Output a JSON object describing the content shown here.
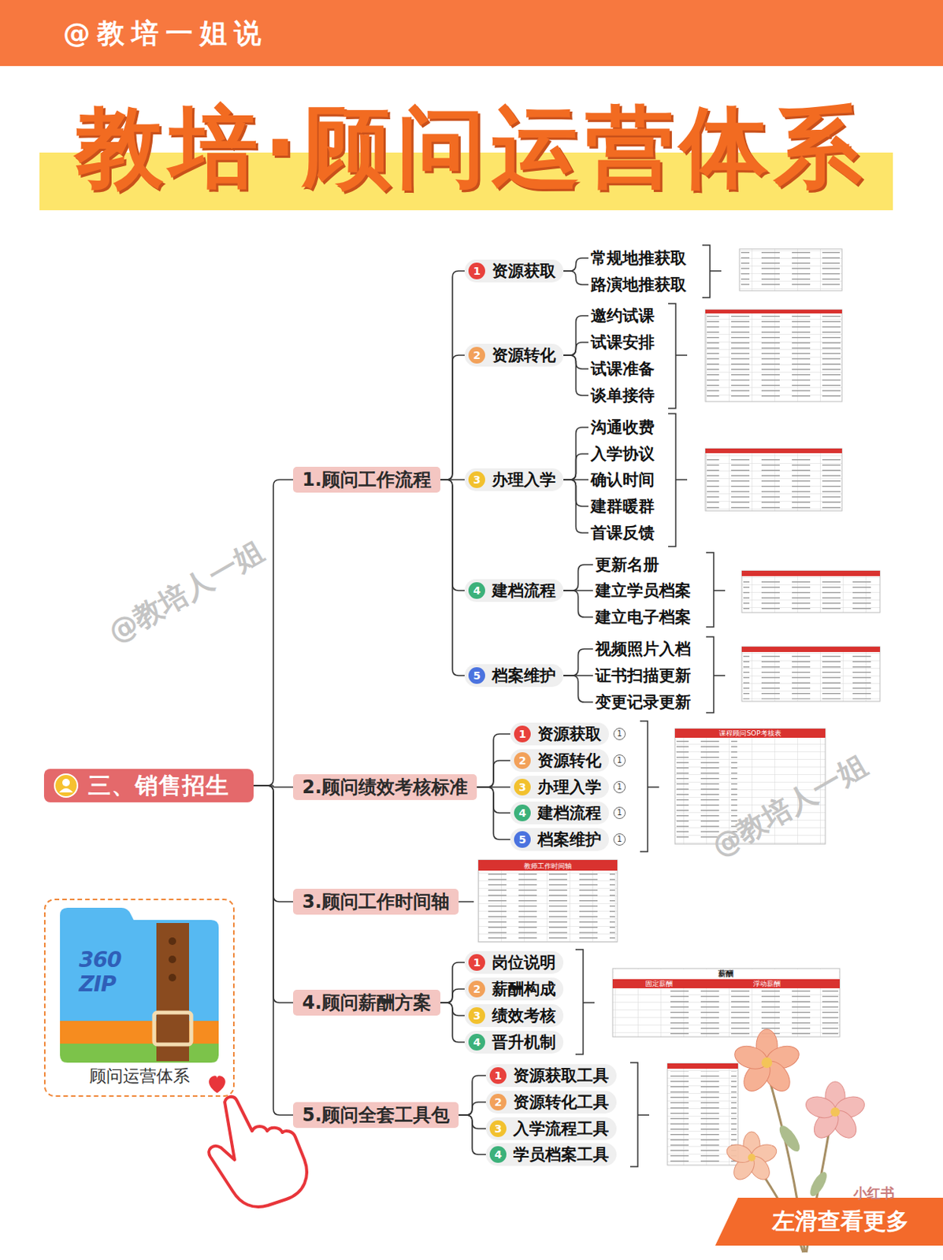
{
  "diagram": {
    "title": "教培·顾问运营体系",
    "nodes": [
      {
        "text": [
          "三、销售招生"
        ]
      },
      {
        "text": [
          "1.顾问工作流程"
        ]
      },
      {
        "text": [
          "1",
          "资源获取"
        ]
      },
      {
        "text": [
          "常规地推获取"
        ]
      },
      {
        "text": [
          "路演地推获取"
        ]
      },
      {
        "text": [
          "2",
          "资源转化"
        ]
      },
      {
        "text": [
          "邀约试课"
        ]
      },
      {
        "text": [
          "试课安排"
        ]
      },
      {
        "text": [
          "试课准备"
        ]
      },
      {
        "text": [
          "谈单接待"
        ]
      },
      {
        "text": [
          "3",
          "办理入学"
        ]
      },
      {
        "text": [
          "沟通收费"
        ]
      },
      {
        "text": [
          "入学协议"
        ]
      },
      {
        "text": [
          "确认时间"
        ]
      },
      {
        "text": [
          "建群暖群"
        ]
      },
      {
        "text": [
          "首课反馈"
        ]
      },
      {
        "text": [
          "4",
          "建档流程"
        ]
      },
      {
        "text": [
          "更新名册"
        ]
      },
      {
        "text": [
          "建立学员档案"
        ]
      },
      {
        "text": [
          "建立电子档案"
        ]
      },
      {
        "text": [
          "5",
          "档案维护"
        ]
      },
      {
        "text": [
          "视频照片入档"
        ]
      },
      {
        "text": [
          "证书扫描更新"
        ]
      },
      {
        "text": [
          "变更记录更新"
        ]
      },
      {
        "text": [
          "2.顾问绩效考核标准"
        ]
      },
      {
        "text": [
          "1",
          "资源获取"
        ]
      },
      {
        "text": [
          "2",
          "资源转化"
        ]
      },
      {
        "text": [
          "3",
          "办理入学"
        ]
      },
      {
        "text": [
          "4",
          "建档流程"
        ]
      },
      {
        "text": [
          "5",
          "档案维护"
        ]
      },
      {
        "text": [
          "3.顾问工作时间轴"
        ]
      },
      {
        "text": [
          "4.顾问薪酬方案"
        ]
      },
      {
        "text": [
          "1",
          "岗位说明"
        ]
      },
      {
        "text": [
          "2",
          "薪酬构成"
        ]
      },
      {
        "text": [
          "3",
          "绩效考核"
        ]
      },
      {
        "text": [
          "4",
          "晋升机制"
        ]
      },
      {
        "text": [
          "5.顾问全套工具包"
        ]
      },
      {
        "text": [
          "1",
          "资源获取工具"
        ]
      },
      {
        "text": [
          "2",
          "资源转化工具"
        ]
      },
      {
        "text": [
          "3",
          "入学流程工具"
        ]
      },
      {
        "text": [
          "4",
          "学员档案工具"
        ]
      },
      {
        "text": [
          "顾问运营体系"
        ]
      },
      {
        "text": [
          "左滑查看更多"
        ]
      }
    ],
    "edges": [
      {
        "from": 0,
        "to": 1,
        "arrow": "none"
      },
      {
        "from": 0,
        "to": 24,
        "arrow": "none"
      },
      {
        "from": 0,
        "to": 30,
        "arrow": "none"
      },
      {
        "from": 0,
        "to": 31,
        "arrow": "none"
      },
      {
        "from": 0,
        "to": 36,
        "arrow": "none"
      },
      {
        "from": 1,
        "to": 2,
        "arrow": "none"
      },
      {
        "from": 1,
        "to": 5,
        "arrow": "none"
      },
      {
        "from": 1,
        "to": 10,
        "arrow": "none"
      },
      {
        "from": 1,
        "to": 16,
        "arrow": "none"
      },
      {
        "from": 1,
        "to": 20,
        "arrow": "none"
      },
      {
        "from": 2,
        "to": 3,
        "arrow": "none"
      },
      {
        "from": 2,
        "to": 4,
        "arrow": "none"
      },
      {
        "from": 5,
        "to": 6,
        "arrow": "none"
      },
      {
        "from": 5,
        "to": 7,
        "arrow": "none"
      },
      {
        "from": 5,
        "to": 8,
        "arrow": "none"
      },
      {
        "from": 5,
        "to": 9,
        "arrow": "none"
      },
      {
        "from": 10,
        "to": 11,
        "arrow": "none"
      },
      {
        "from": 10,
        "to": 12,
        "arrow": "none"
      },
      {
        "from": 10,
        "to": 13,
        "arrow": "none"
      },
      {
        "from": 10,
        "to": 14,
        "arrow": "none"
      },
      {
        "from": 10,
        "to": 15,
        "arrow": "none"
      },
      {
        "from": 16,
        "to": 17,
        "arrow": "none"
      },
      {
        "from": 16,
        "to": 18,
        "arrow": "none"
      },
      {
        "from": 16,
        "to": 19,
        "arrow": "none"
      },
      {
        "from": 20,
        "to": 21,
        "arrow": "none"
      },
      {
        "from": 20,
        "to": 22,
        "arrow": "none"
      },
      {
        "from": 20,
        "to": 23,
        "arrow": "none"
      },
      {
        "from": 24,
        "to": 25,
        "arrow": "none"
      },
      {
        "from": 24,
        "to": 26,
        "arrow": "none"
      },
      {
        "from": 24,
        "to": 27,
        "arrow": "none"
      },
      {
        "from": 24,
        "to": 28,
        "arrow": "none"
      },
      {
        "from": 24,
        "to": 29,
        "arrow": "none"
      },
      {
        "from": 31,
        "to": 32,
        "arrow": "none"
      },
      {
        "from": 31,
        "to": 33,
        "arrow": "none"
      },
      {
        "from": 31,
        "to": 34,
        "arrow": "none"
      },
      {
        "from": 31,
        "to": 35,
        "arrow": "none"
      },
      {
        "from": 36,
        "to": 37,
        "arrow": "none"
      },
      {
        "from": 36,
        "to": 38,
        "arrow": "none"
      },
      {
        "from": 36,
        "to": 39,
        "arrow": "none"
      },
      {
        "from": 36,
        "to": 40,
        "arrow": "none"
      }
    ],
    "labels": [
      "@教培一姐说",
      "@教培人一姐",
      "@教培人一姐",
      "1",
      "1",
      "1",
      "1",
      "1",
      "课程顾问SOP考核表",
      "教师工作时间轴",
      "薪酬",
      "固定薪酬",
      "浮动薪酬",
      "360",
      "ZIP",
      "小红书"
    ]
  }
}
